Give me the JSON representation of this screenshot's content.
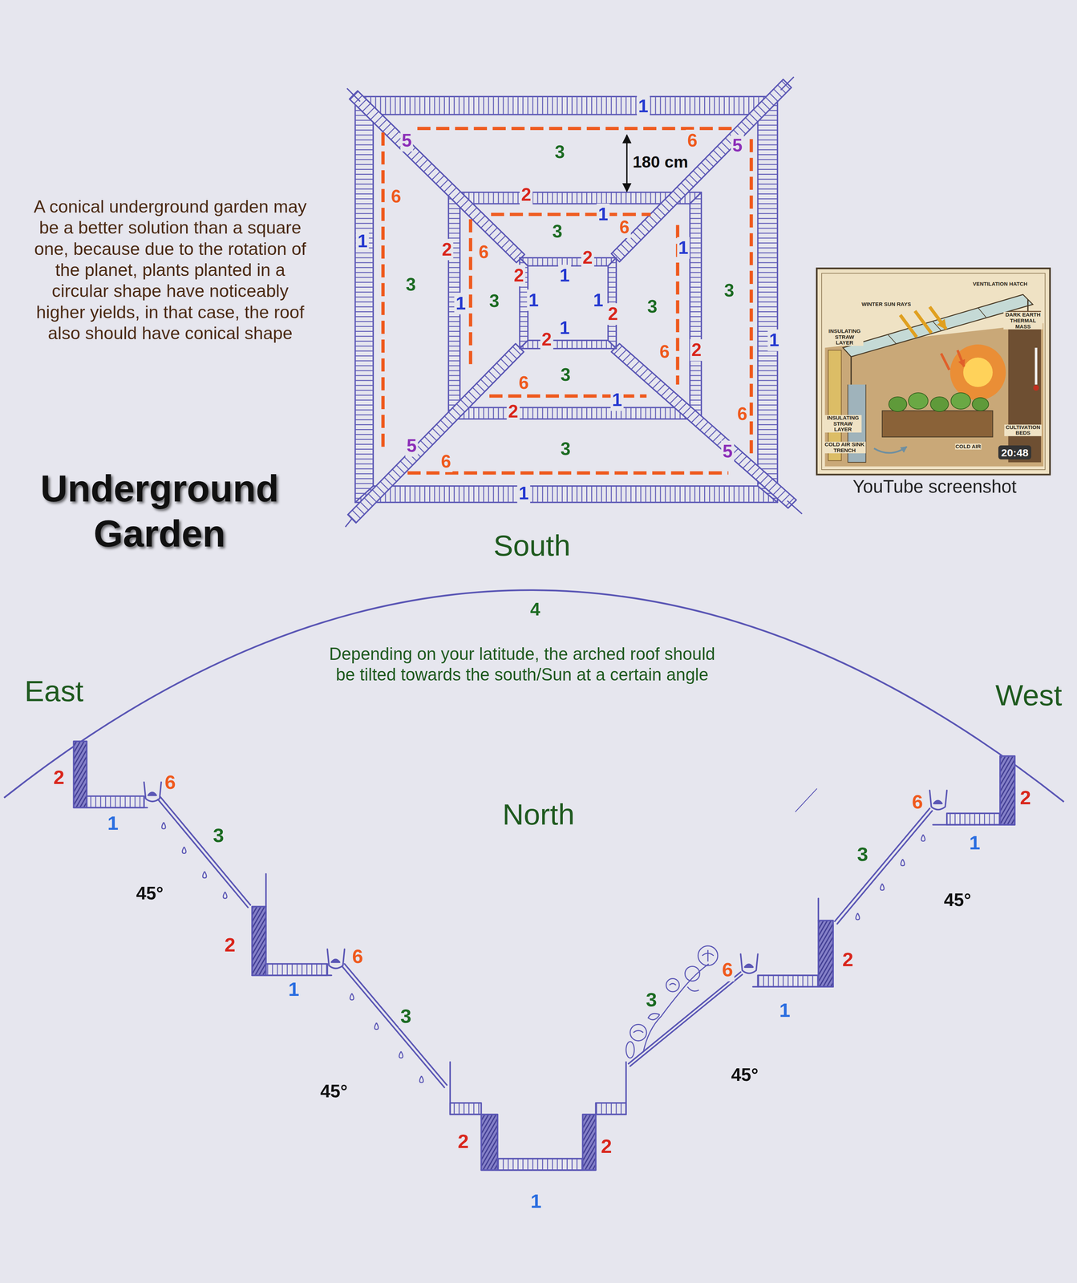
{
  "diagram": {
    "title": "Underground Garden",
    "labels": [
      "A conical underground garden may be a better solution than a square one, because due to the rotation of the planet, plants planted in a circular shape have noticeably higher yields, in that case, the roof also should have conical shape",
      "180 cm",
      "1",
      "1",
      "1",
      "1",
      "1",
      "1",
      "1",
      "1",
      "1",
      "1",
      "1",
      "1",
      "2",
      "2",
      "2",
      "2",
      "2",
      "2",
      "2",
      "2",
      "3",
      "3",
      "3",
      "3",
      "3",
      "3",
      "3",
      "3",
      "5",
      "5",
      "5",
      "5",
      "6",
      "6",
      "6",
      "6",
      "6",
      "6",
      "6",
      "6",
      "VENTILATION HATCH",
      "WINTER SUN RAYS",
      "DARK EARTH THERMAL MASS",
      "INSULATING STRAW LAYER",
      "INSULATING STRAW LAYER",
      "CULTIVATION BEDS",
      "COLD AIR SINK TRENCH",
      "COLD AIR",
      "20:48",
      "YouTube screenshot",
      "South",
      "4",
      "Depending on your latitude, the arched roof should be tilted towards the south/Sun at a certain angle",
      "East",
      "West",
      "North",
      "2",
      "6",
      "1",
      "3",
      "45°",
      "2",
      "1",
      "6",
      "3",
      "45°",
      "2",
      "2",
      "1",
      "3",
      "6",
      "45°",
      "1",
      "2",
      "3",
      "45°",
      "6",
      "2",
      "1"
    ]
  }
}
